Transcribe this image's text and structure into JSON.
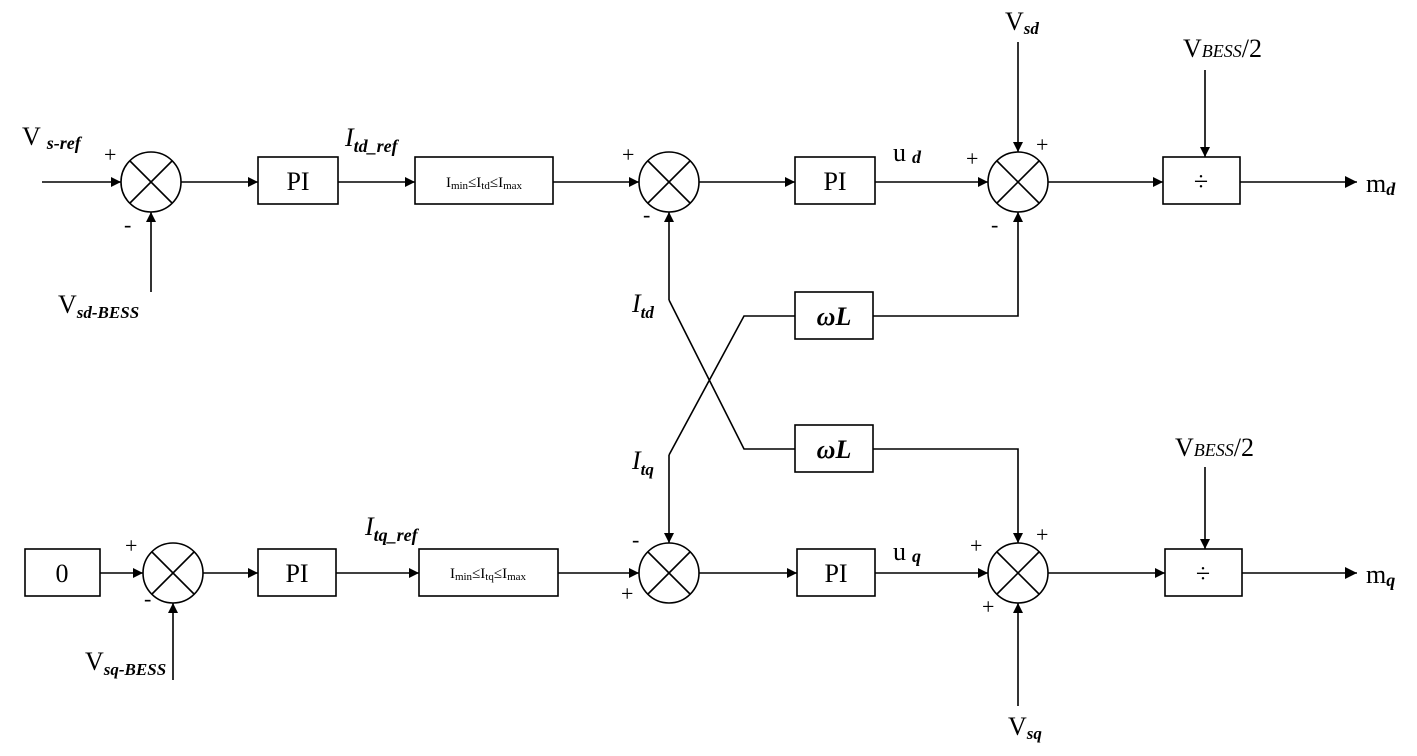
{
  "labels": {
    "v_s_ref_main": "V",
    "v_s_ref_sub": "s-ref",
    "v_sd_bess_main": "V",
    "v_sd_bess_sub": "sd-BESS",
    "v_sq_bess_main": "V",
    "v_sq_bess_sub": "sq-BESS",
    "i_td_ref_main": "I",
    "i_td_ref_sub": "td_ref",
    "i_tq_ref_main": "I",
    "i_tq_ref_sub": "tq_ref",
    "i_td_main": "I",
    "i_td_sub": "td",
    "i_tq_main": "I",
    "i_tq_sub": "tq",
    "u_d_main": "u",
    "u_d_sub": "d",
    "u_q_main": "u",
    "u_q_sub": "q",
    "v_sd_main": "V",
    "v_sd_sub": "sd",
    "v_sq_main": "V",
    "v_sq_sub": "sq",
    "v_bess_top_main": "V",
    "v_bess_top_sub": "BESS",
    "v_bess_top_tail": "/2",
    "v_bess_bot_main": "V",
    "v_bess_bot_sub": "BESS",
    "v_bess_bot_tail": "/2",
    "m_d_main": "m",
    "m_d_sub": "d",
    "m_q_main": "m",
    "m_q_sub": "q"
  },
  "blocks": {
    "pi": "PI",
    "omega_l": "ωL",
    "divide": "÷",
    "zero": "0",
    "limiter_d": {
      "a": "I",
      "a_sub": "min",
      "rel1": "≤",
      "b": "I",
      "b_sub": "td",
      "rel2": "≤",
      "c": "I",
      "c_sub": "max"
    },
    "limiter_q": {
      "a": "I",
      "a_sub": "min",
      "rel1": "≤",
      "b": "I",
      "b_sub": "tq",
      "rel2": "≤",
      "c": "I",
      "c_sub": "max"
    }
  },
  "signs": {
    "plus": "+",
    "minus": "-"
  }
}
